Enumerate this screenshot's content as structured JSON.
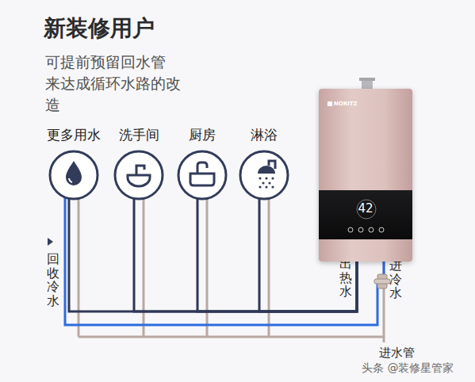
{
  "diagram": {
    "title": "新装修用户",
    "nodes": [
      {
        "text": [
          "更多用水"
        ]
      },
      {
        "text": [
          "洗手间"
        ]
      },
      {
        "text": [
          "厨房"
        ]
      },
      {
        "text": [
          "淋浴"
        ]
      },
      {
        "text": [
          "NORITZ",
          "42"
        ]
      }
    ],
    "edges": [
      {
        "from": 4,
        "to": 0,
        "arrow": "none"
      },
      {
        "from": 4,
        "to": 1,
        "arrow": "none"
      },
      {
        "from": 4,
        "to": 2,
        "arrow": "none"
      },
      {
        "from": 4,
        "to": 3,
        "arrow": "none"
      },
      {
        "from": 0,
        "to": 4,
        "arrow": "none"
      }
    ],
    "labels": [
      "可提前预留回水管 来达成循环水路的改造",
      "回收冷水",
      "出热水",
      "进冷水",
      "进水管",
      "头条 @装修星管家"
    ]
  }
}
